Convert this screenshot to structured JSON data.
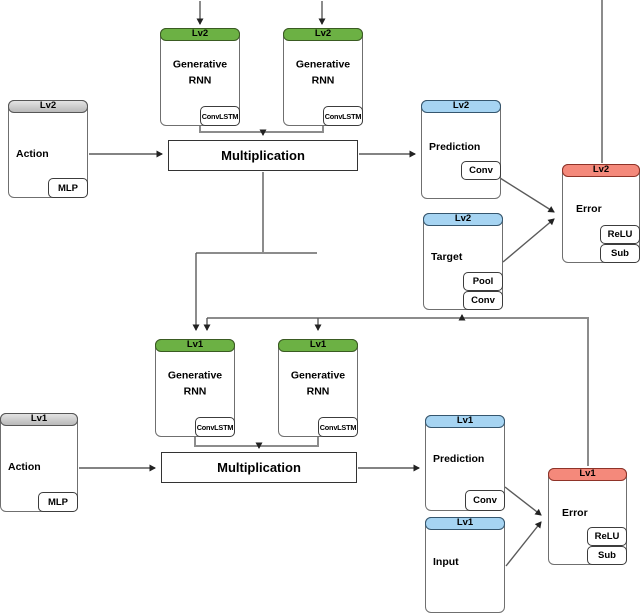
{
  "palette": {
    "level_green": "#6cb144",
    "level_blue": "#a6d4f2",
    "level_red": "#f4897b",
    "level_gray": "#d6d6d6",
    "wire_gray": "#8c8c8c",
    "arrow_dark": "#222222"
  },
  "nodes": {
    "rnn2a": {
      "level": "Lv2",
      "title": "Generative RNN",
      "subs": [
        "ConvLSTM"
      ]
    },
    "rnn2b": {
      "level": "Lv2",
      "title": "Generative RNN",
      "subs": [
        "ConvLSTM"
      ]
    },
    "action2": {
      "level": "Lv2",
      "title": "Action",
      "subs": [
        "MLP"
      ]
    },
    "mult2": {
      "title": "Multiplication"
    },
    "pred2": {
      "level": "Lv2",
      "title": "Prediction",
      "subs": [
        "Conv"
      ]
    },
    "target2": {
      "level": "Lv2",
      "title": "Target",
      "subs": [
        "Pool",
        "Conv"
      ]
    },
    "error2": {
      "level": "Lv2",
      "title": "Error",
      "subs": [
        "ReLU",
        "Sub"
      ]
    },
    "rnn1a": {
      "level": "Lv1",
      "title": "Generative RNN",
      "subs": [
        "ConvLSTM"
      ]
    },
    "rnn1b": {
      "level": "Lv1",
      "title": "Generative RNN",
      "subs": [
        "ConvLSTM"
      ]
    },
    "action1": {
      "level": "Lv1",
      "title": "Action",
      "subs": [
        "MLP"
      ]
    },
    "mult1": {
      "title": "Multiplication"
    },
    "pred1": {
      "level": "Lv1",
      "title": "Prediction",
      "subs": [
        "Conv"
      ]
    },
    "input1": {
      "level": "Lv1",
      "title": "Input",
      "subs": []
    },
    "error1": {
      "level": "Lv1",
      "title": "Error",
      "subs": [
        "ReLU",
        "Sub"
      ]
    }
  }
}
